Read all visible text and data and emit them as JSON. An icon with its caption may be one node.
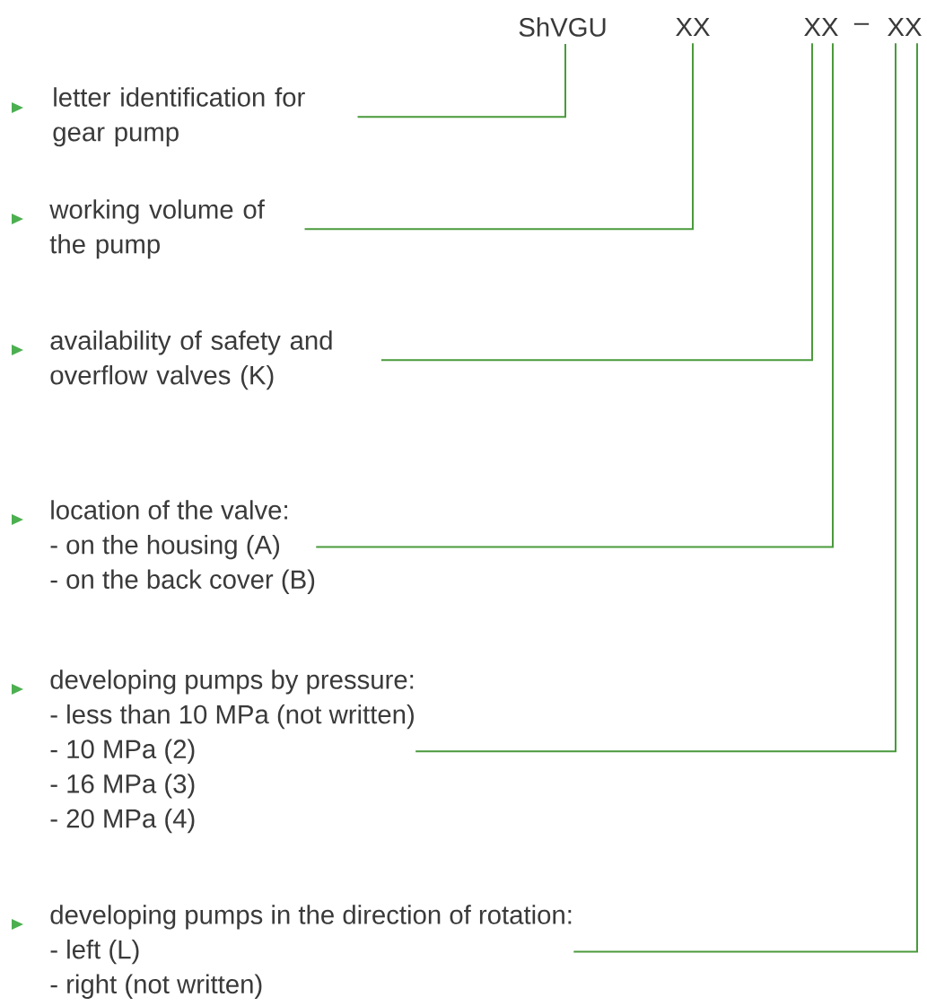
{
  "diagram": {
    "nodes": [
      {
        "text": [
          "ShVGU"
        ]
      },
      {
        "text": [
          "XX"
        ]
      },
      {
        "text": [
          "XX"
        ]
      },
      {
        "text": [
          "XX"
        ]
      },
      {
        "text": [
          "letter identification for gear pump"
        ]
      },
      {
        "text": [
          "working volume of the pump"
        ]
      },
      {
        "text": [
          "availability of safety and overflow valves (K)"
        ]
      },
      {
        "text": [
          "location of the valve:",
          "- on the housing (A)",
          "- on the back cover (B)"
        ]
      },
      {
        "text": [
          "developing pumps by pressure:",
          "- less than 10 MPa (not written)",
          "- 10 MPa (2)",
          "- 16 MPa (3)",
          "- 20 MPa (4)"
        ]
      },
      {
        "text": [
          "developing pumps in the direction of rotation:",
          "- left (L)",
          "- right (not written)"
        ]
      }
    ],
    "edges": [
      {
        "from": 4,
        "to": 0,
        "arrow": "none"
      },
      {
        "from": 5,
        "to": 1,
        "arrow": "none"
      },
      {
        "from": 6,
        "to": 2,
        "arrow": "none"
      },
      {
        "from": 7,
        "to": 2,
        "arrow": "none"
      },
      {
        "from": 8,
        "to": 3,
        "arrow": "none"
      },
      {
        "from": 9,
        "to": 3,
        "arrow": "none"
      }
    ],
    "labels": [
      "–"
    ]
  }
}
